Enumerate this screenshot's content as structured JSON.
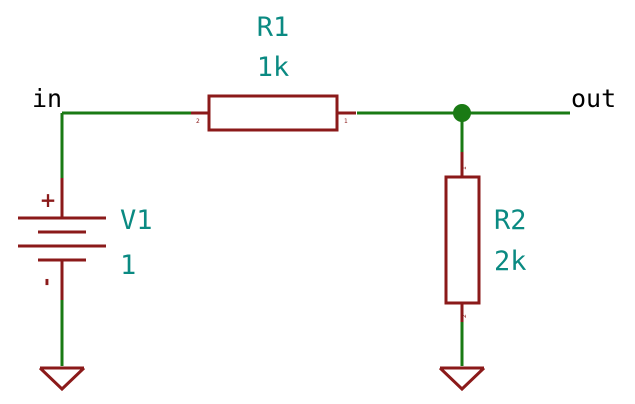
{
  "net_labels": {
    "input": "in",
    "output": "out"
  },
  "components": {
    "r1": {
      "ref": "R1",
      "value": "1k",
      "pin_left": "2",
      "pin_right": "1"
    },
    "r2": {
      "ref": "R2",
      "value": "2k",
      "pin_top": "1",
      "pin_bottom": "2"
    },
    "v1": {
      "ref": "V1",
      "value": "1",
      "plus": "+",
      "minus": "-"
    }
  },
  "colors": {
    "wire": "#1a7a14",
    "component": "#8b1a1a",
    "reference_text": "#0a8a82",
    "net_label_text": "#000000",
    "junction": "#1a7a14"
  }
}
